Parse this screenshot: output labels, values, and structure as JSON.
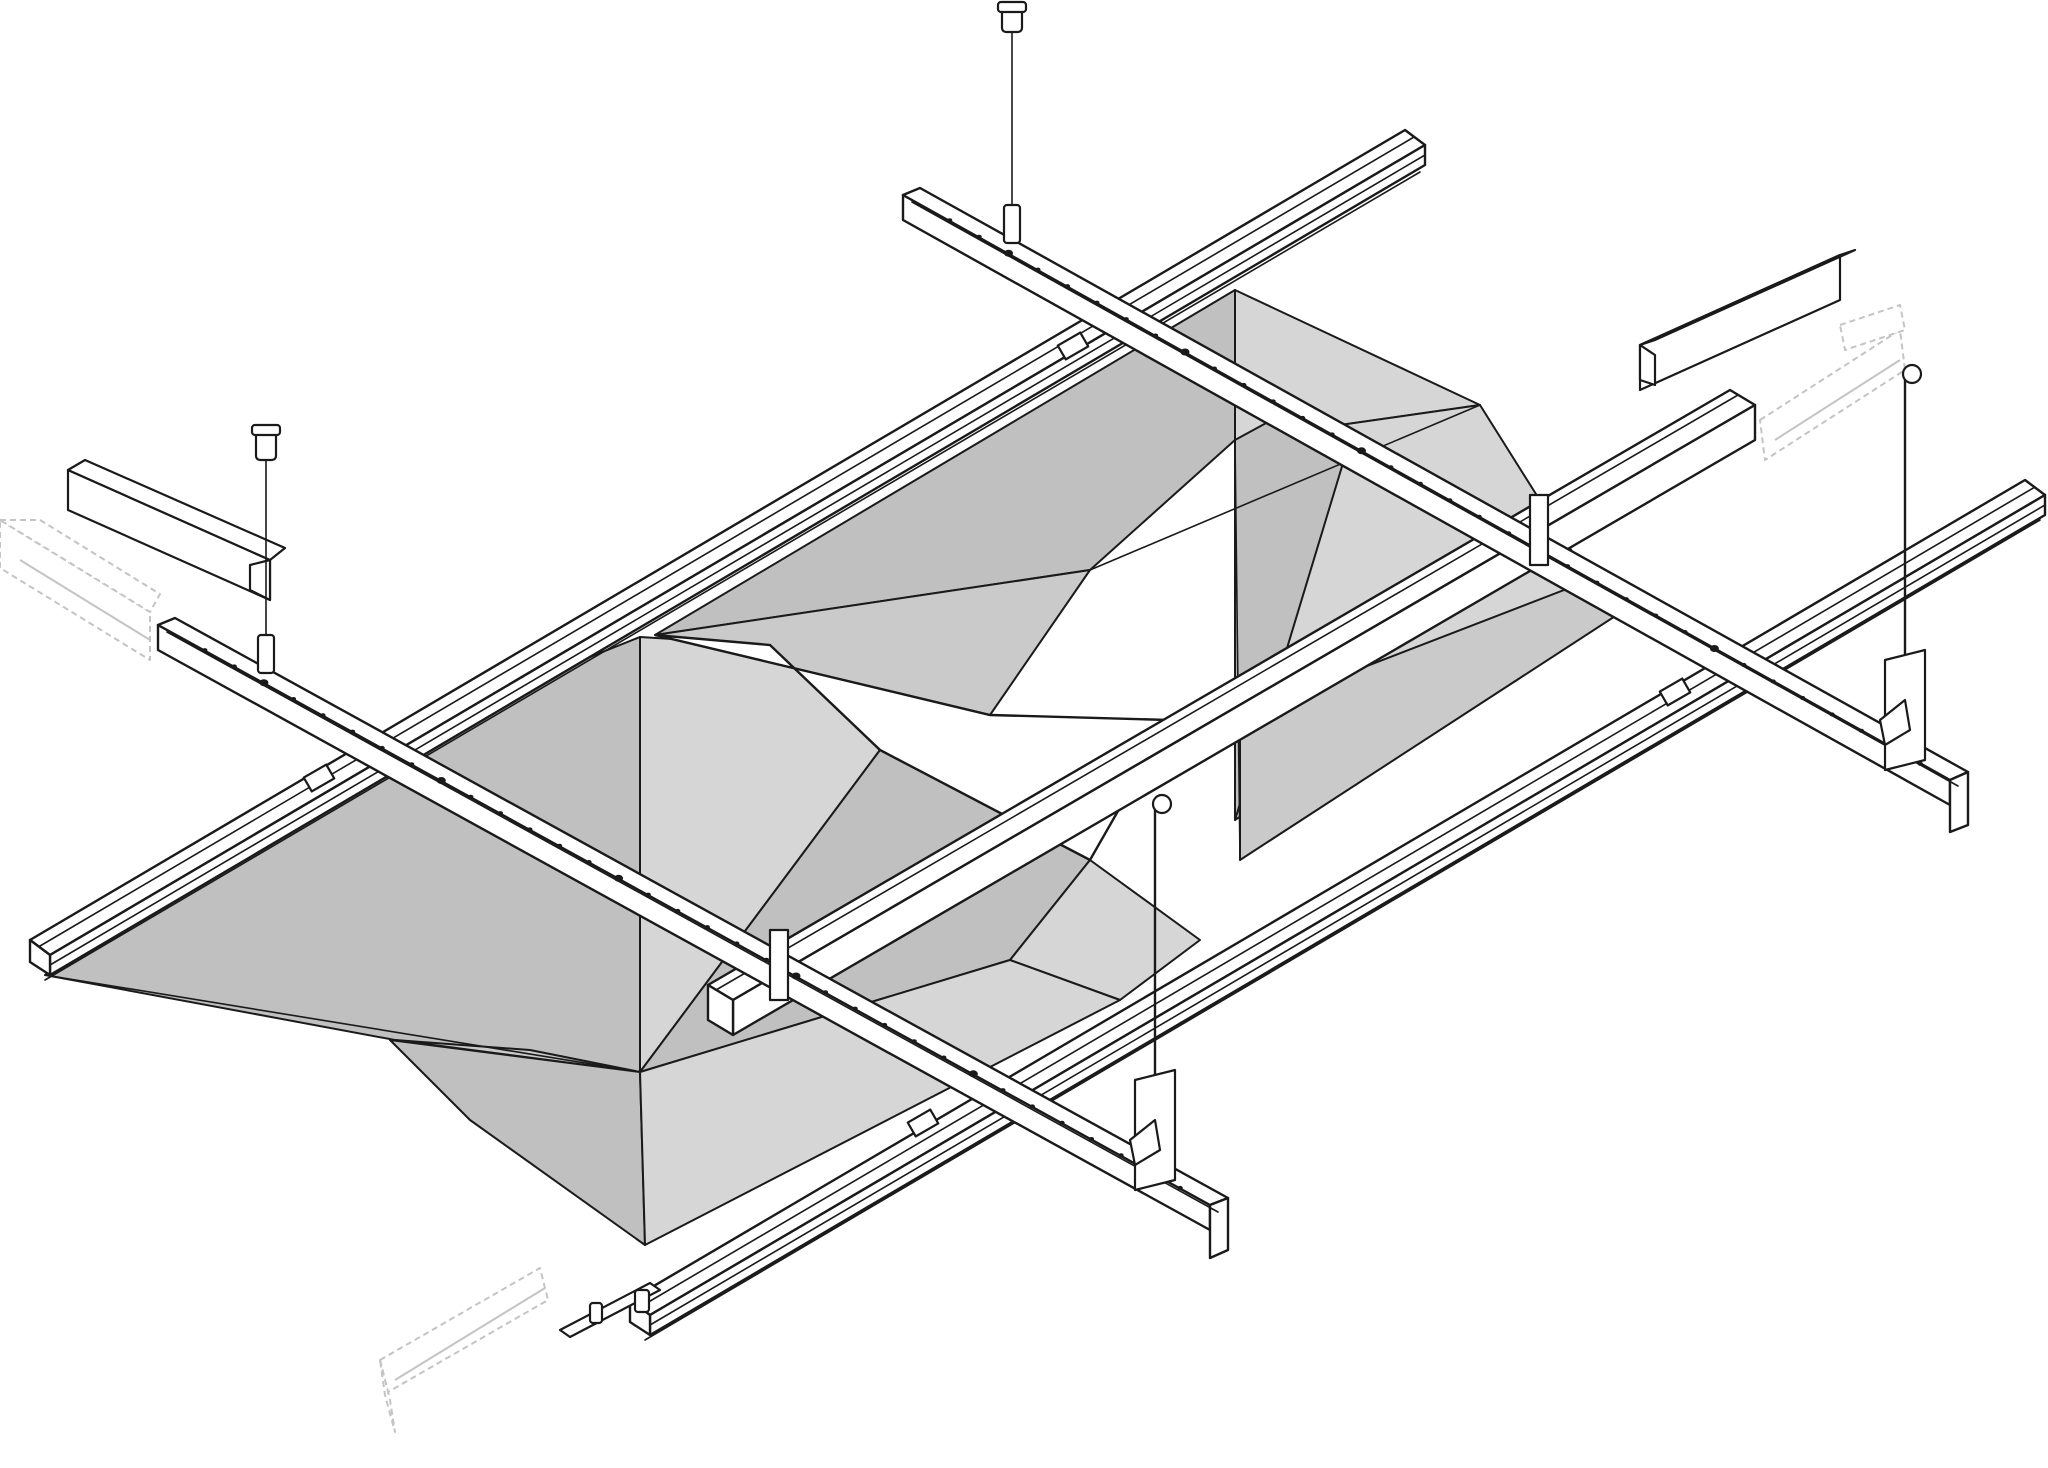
{
  "diagram": {
    "type": "isometric-exploded-assembly",
    "components": [
      {
        "name": "carrier-rail-left"
      },
      {
        "name": "carrier-rail-right"
      },
      {
        "name": "cross-channel-back"
      },
      {
        "name": "cross-channel-front"
      },
      {
        "name": "main-bar-center"
      },
      {
        "name": "faceted-ceiling-panel"
      },
      {
        "name": "wire-hanger-left"
      },
      {
        "name": "wire-hanger-back"
      },
      {
        "name": "rod-hanger-right"
      },
      {
        "name": "rod-hanger-front"
      },
      {
        "name": "wall-angle-left"
      },
      {
        "name": "wall-angle-right"
      },
      {
        "name": "splice-connector-front"
      }
    ],
    "colors": {
      "line": "#1a1a1a",
      "panel_dark": "#c0c0c0",
      "panel_light": "#d6d6d6",
      "ghost": "#c4c4c4",
      "background": "#ffffff"
    }
  }
}
